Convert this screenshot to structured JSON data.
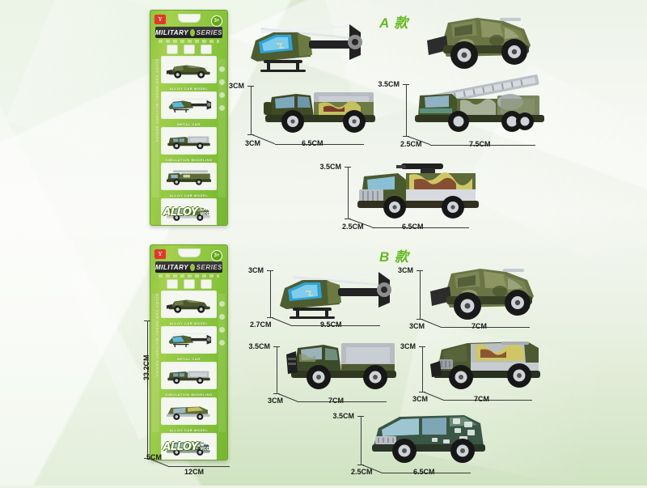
{
  "page": {
    "background_top": "#dfe9d6",
    "background_bottom": "#cfe3c1",
    "accent_green": "#8cc63f",
    "label_green": "#63bb1f"
  },
  "variants": [
    {
      "id": "A",
      "label": "A 款"
    },
    {
      "id": "B",
      "label": "B 款"
    }
  ],
  "package": {
    "brand_mark": "Y",
    "age_badge": "3+",
    "title_first": "MILITARY",
    "title_second": "SERIES",
    "footer_logo": "ALLOY",
    "footer_logo_sub_top": "CAR",
    "footer_logo_sub_bottom": "MODEL",
    "side_text": "ALLOY CAR MODEL  MILITARY SERIES",
    "slot_captions": [
      "ALLOY CAR MODEL",
      "METAL CAR",
      "SIMULATION MODELING",
      "ALLOY CAR MODEL"
    ],
    "dimensions": {
      "height": "33.2CM",
      "depth": "5CM",
      "width": "12CM"
    }
  },
  "products": {
    "A": [
      {
        "name": "helicopter",
        "dims": {
          "height": "",
          "depth": "",
          "length": ""
        }
      },
      {
        "name": "off-road-buggy",
        "dims": {
          "height": "",
          "depth": "",
          "length": ""
        }
      },
      {
        "name": "pickup-truck",
        "dims": {
          "height": "3CM",
          "depth": "3CM",
          "length": "6.5CM"
        }
      },
      {
        "name": "ladder-fire-truck",
        "dims": {
          "height": "3.5CM",
          "depth": "2.5CM",
          "length": "7.5CM"
        }
      },
      {
        "name": "missile-launcher-truck",
        "dims": {
          "height": "3.5CM",
          "depth": "2.5CM",
          "length": "6.5CM"
        }
      }
    ],
    "B": [
      {
        "name": "helicopter",
        "dims": {
          "height": "3CM",
          "depth": "2.7CM",
          "length": "9.5CM"
        }
      },
      {
        "name": "off-road-buggy",
        "dims": {
          "height": "3CM",
          "depth": "3CM",
          "length": "7CM"
        }
      },
      {
        "name": "cargo-truck",
        "dims": {
          "height": "3.5CM",
          "depth": "3CM",
          "length": "7CM"
        }
      },
      {
        "name": "armored-van",
        "dims": {
          "height": "3CM",
          "depth": "3CM",
          "length": "7CM"
        }
      },
      {
        "name": "minivan",
        "dims": {
          "height": "3.5CM",
          "depth": "2.5CM",
          "length": "6.5CM"
        }
      }
    ]
  }
}
